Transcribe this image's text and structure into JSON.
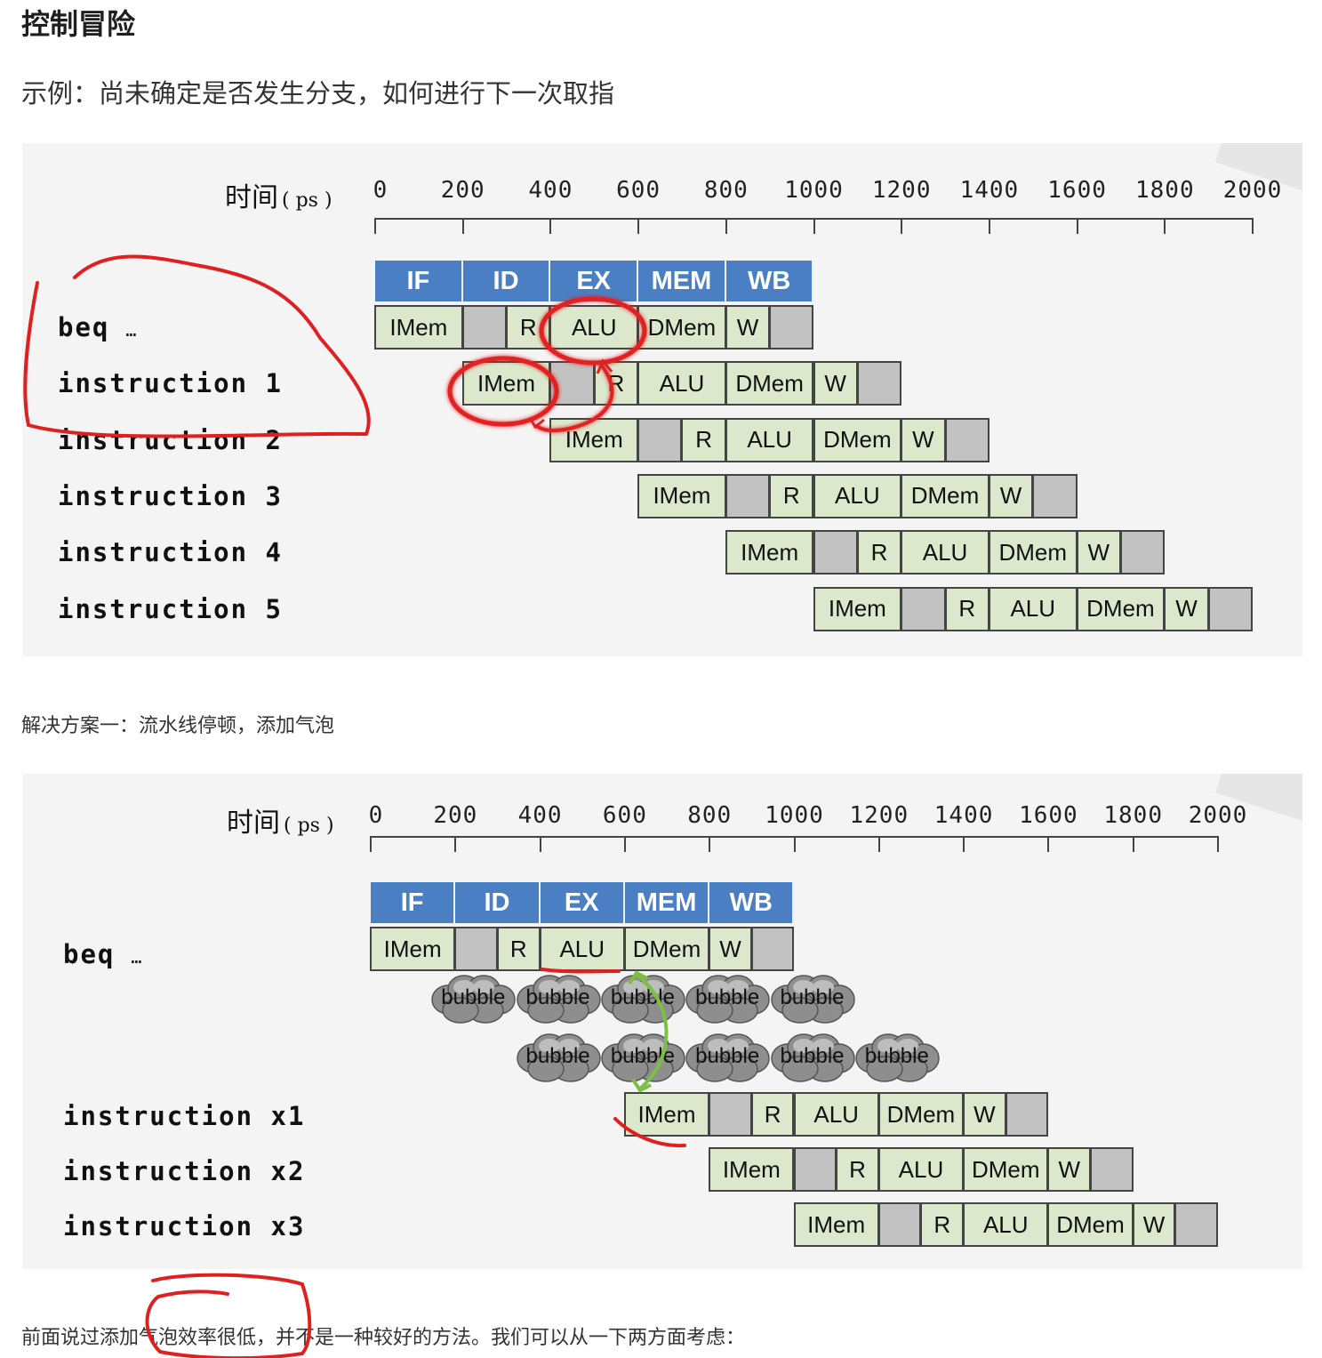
{
  "page": {
    "heading": "控制冒险",
    "example_text": "示例：尚未确定是否发生分支，如何进行下一次取指",
    "solution_text": "解决方案一：流水线停顿，添加气泡",
    "closing_text": "前面说过添加气泡效率很低，并不是一种较好的方法。我们可以从一下两方面考虑："
  },
  "diagram1": {
    "time_label": "时间",
    "time_unit": "( ps )",
    "ticks": [
      "0",
      "200",
      "400",
      "600",
      "800",
      "1000",
      "1200",
      "1400",
      "1600",
      "1800",
      "2000"
    ],
    "stages": [
      "IF",
      "ID",
      "EX",
      "MEM",
      "WB"
    ],
    "cells": [
      "IMem",
      "",
      "R",
      "ALU",
      "DMem",
      "W",
      ""
    ],
    "rows": [
      {
        "name": "beq",
        "suffix": "…",
        "start": 0
      },
      {
        "name": "instruction 1",
        "start": 1
      },
      {
        "name": "instruction 2",
        "start": 2
      },
      {
        "name": "instruction 3",
        "start": 3
      },
      {
        "name": "instruction 4",
        "start": 4
      },
      {
        "name": "instruction 5",
        "start": 5
      }
    ],
    "annotation_color": "#e02020"
  },
  "diagram2": {
    "time_label": "时间",
    "time_unit": "( ps )",
    "ticks": [
      "0",
      "200",
      "400",
      "600",
      "800",
      "1000",
      "1200",
      "1400",
      "1600",
      "1800",
      "2000"
    ],
    "stages": [
      "IF",
      "ID",
      "EX",
      "MEM",
      "WB"
    ],
    "cells": [
      "IMem",
      "",
      "R",
      "ALU",
      "DMem",
      "W",
      ""
    ],
    "beq": {
      "name": "beq",
      "suffix": "…",
      "start": 0
    },
    "bubble_label": "bubble",
    "bubble_rows": [
      {
        "start": 1,
        "count": 5
      },
      {
        "start": 2,
        "count": 5
      }
    ],
    "rows": [
      {
        "name": "instruction x1",
        "start": 3
      },
      {
        "name": "instruction x2",
        "start": 4
      },
      {
        "name": "instruction x3",
        "start": 5
      }
    ],
    "arrow_color": "#7bc043",
    "annotation_color": "#e02020"
  }
}
